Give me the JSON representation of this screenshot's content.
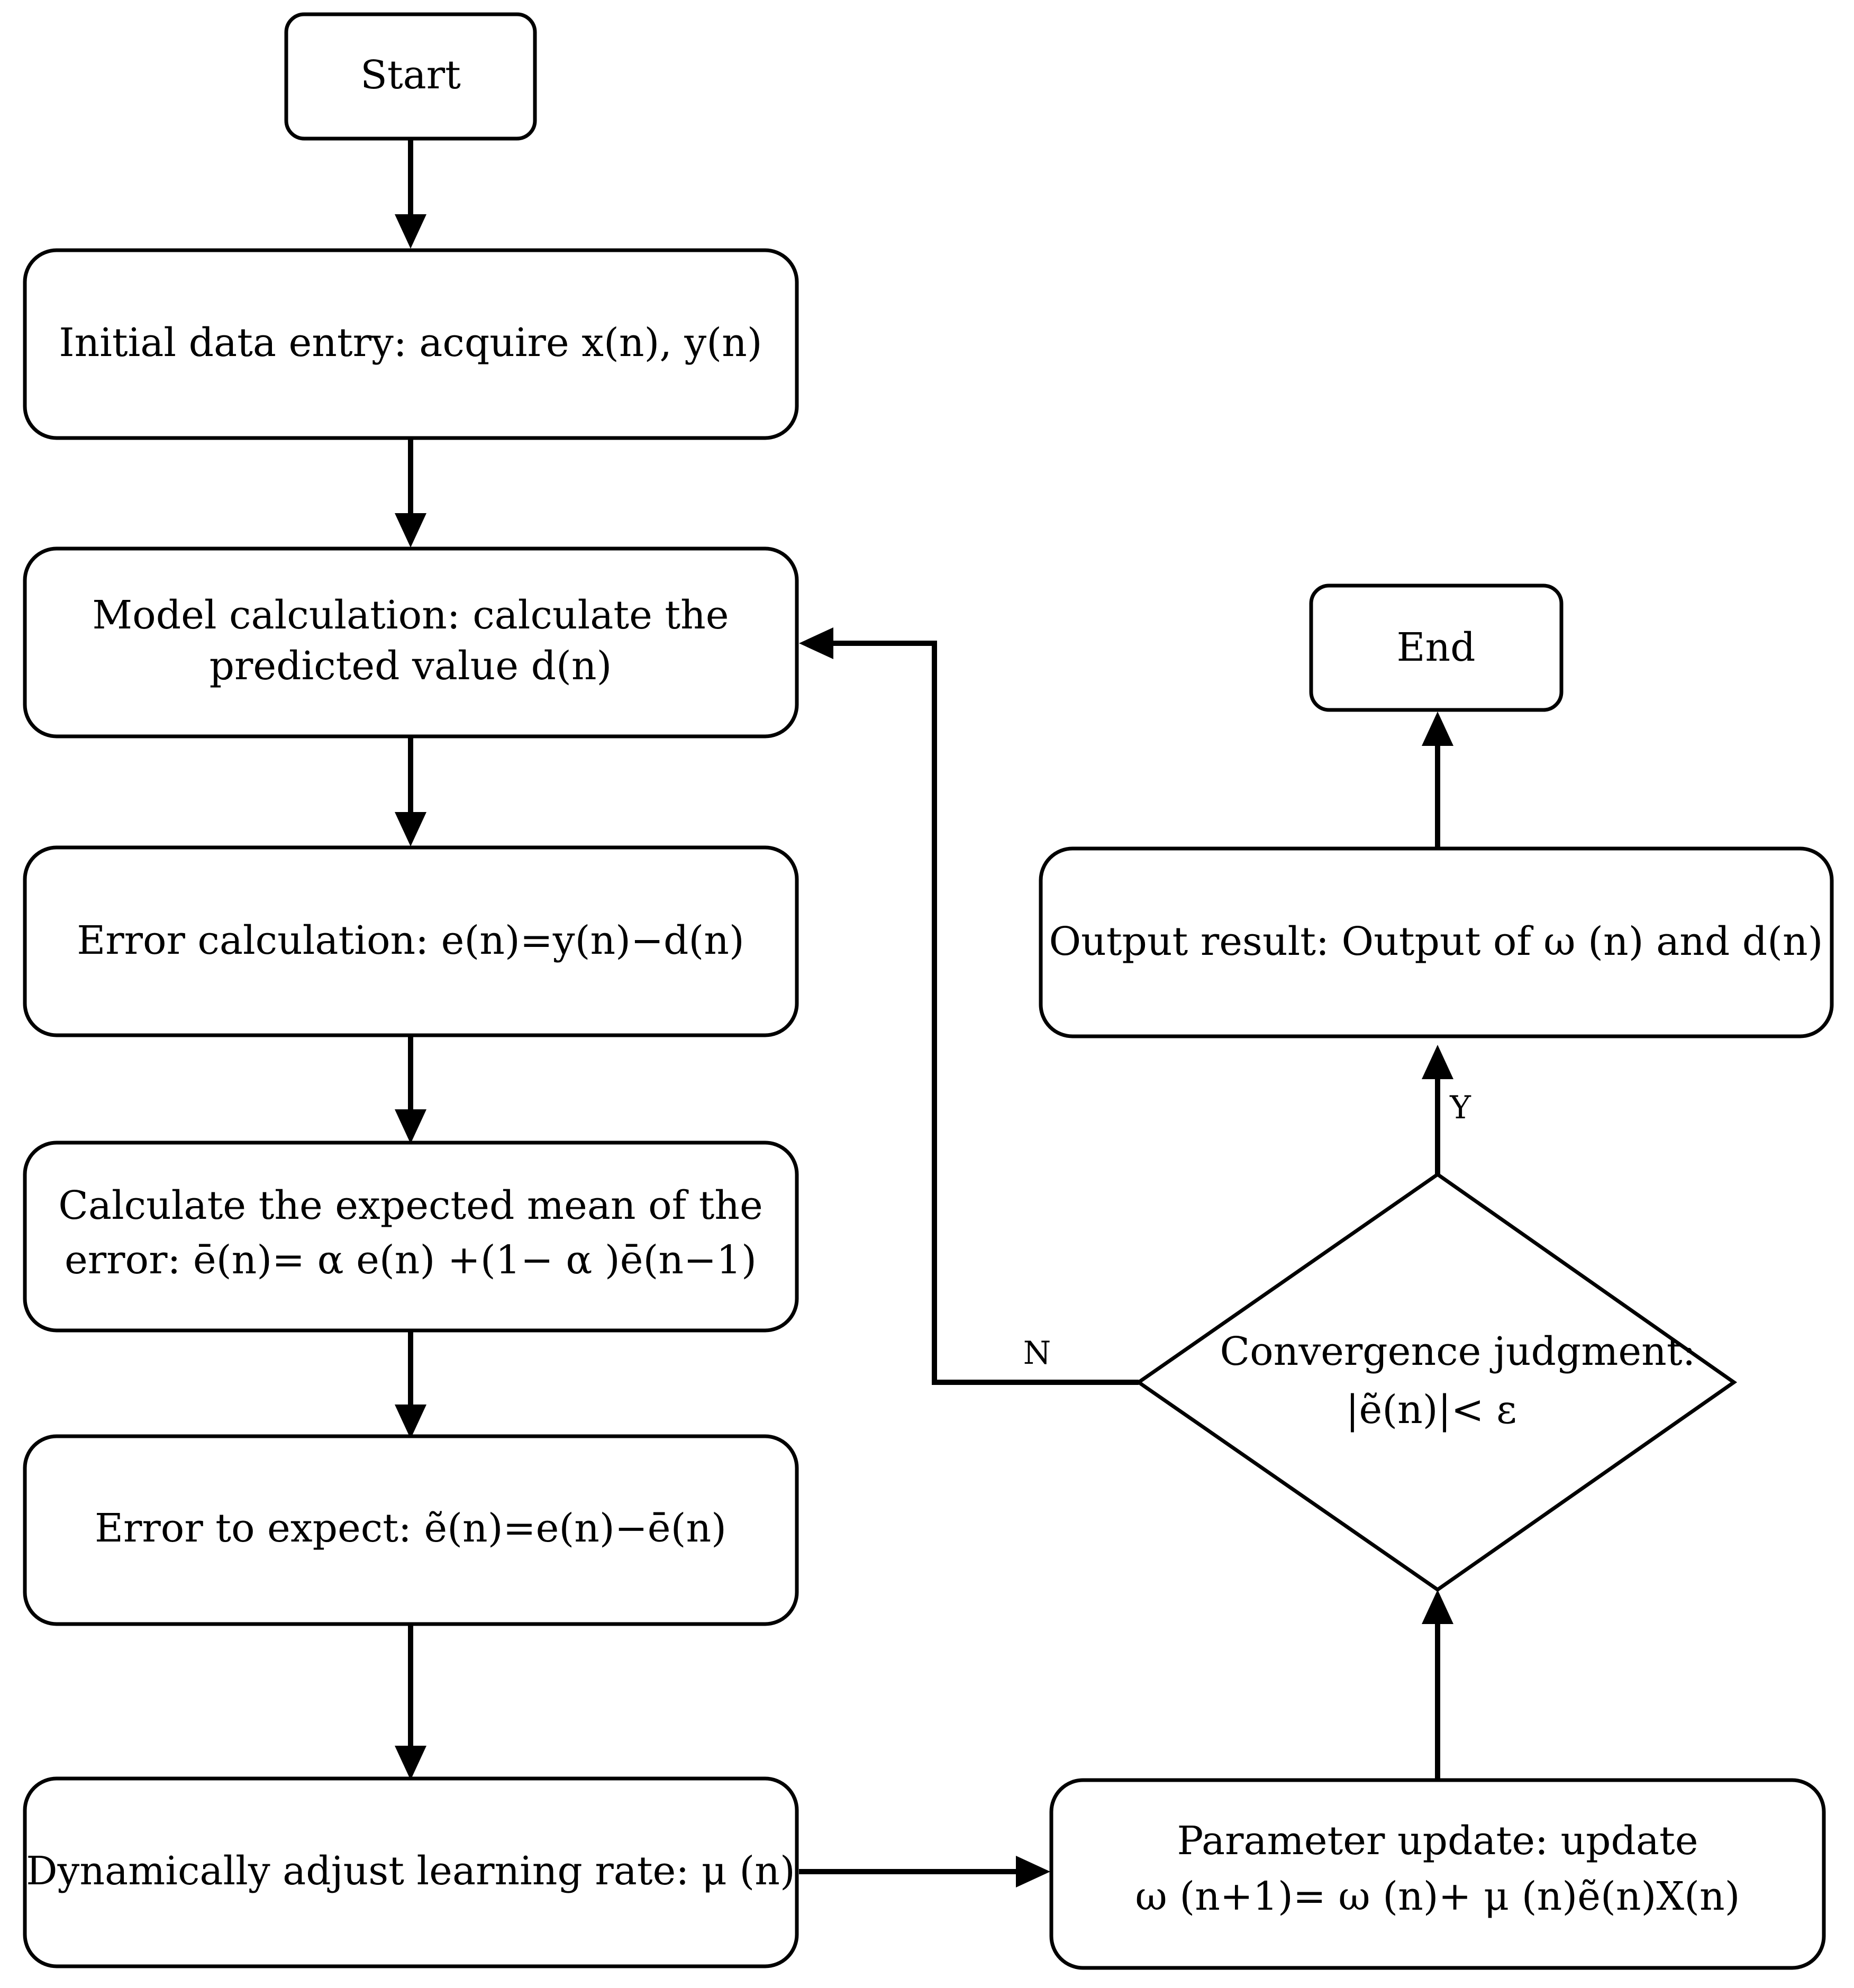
{
  "nodes": {
    "start": {
      "lines": [
        "Start"
      ]
    },
    "initial_data_entry": {
      "lines": [
        "Initial data entry: acquire x(n), y(n)"
      ]
    },
    "model_calculation": {
      "lines": [
        "Model calculation: calculate the",
        "predicted value d(n)"
      ]
    },
    "error_calculation": {
      "lines": [
        "Error calculation: e(n)=y(n)−d(n)"
      ]
    },
    "expected_mean": {
      "lines": [
        "Calculate the expected mean of the",
        "error: ē(n)= α e(n) +(1− α )ē(n−1)"
      ]
    },
    "error_to_expect": {
      "lines": [
        "Error to expect: ẽ(n)=e(n)−ē(n)"
      ]
    },
    "adjust_learning_rate": {
      "lines": [
        "Dynamically adjust learning rate:  μ (n)"
      ]
    },
    "parameter_update": {
      "lines": [
        "Parameter update: update",
        "ω (n+1)= ω (n)+ μ (n)ẽ(n)X(n)"
      ]
    },
    "convergence_judgment": {
      "lines": [
        "Convergence judgment:",
        "|ẽ(n)|< ε"
      ]
    },
    "output_result": {
      "lines": [
        "Output result: Output of  ω (n) and d(n)"
      ]
    },
    "end": {
      "lines": [
        "End"
      ]
    }
  },
  "edge_labels": {
    "no": "N",
    "yes": "Y"
  }
}
